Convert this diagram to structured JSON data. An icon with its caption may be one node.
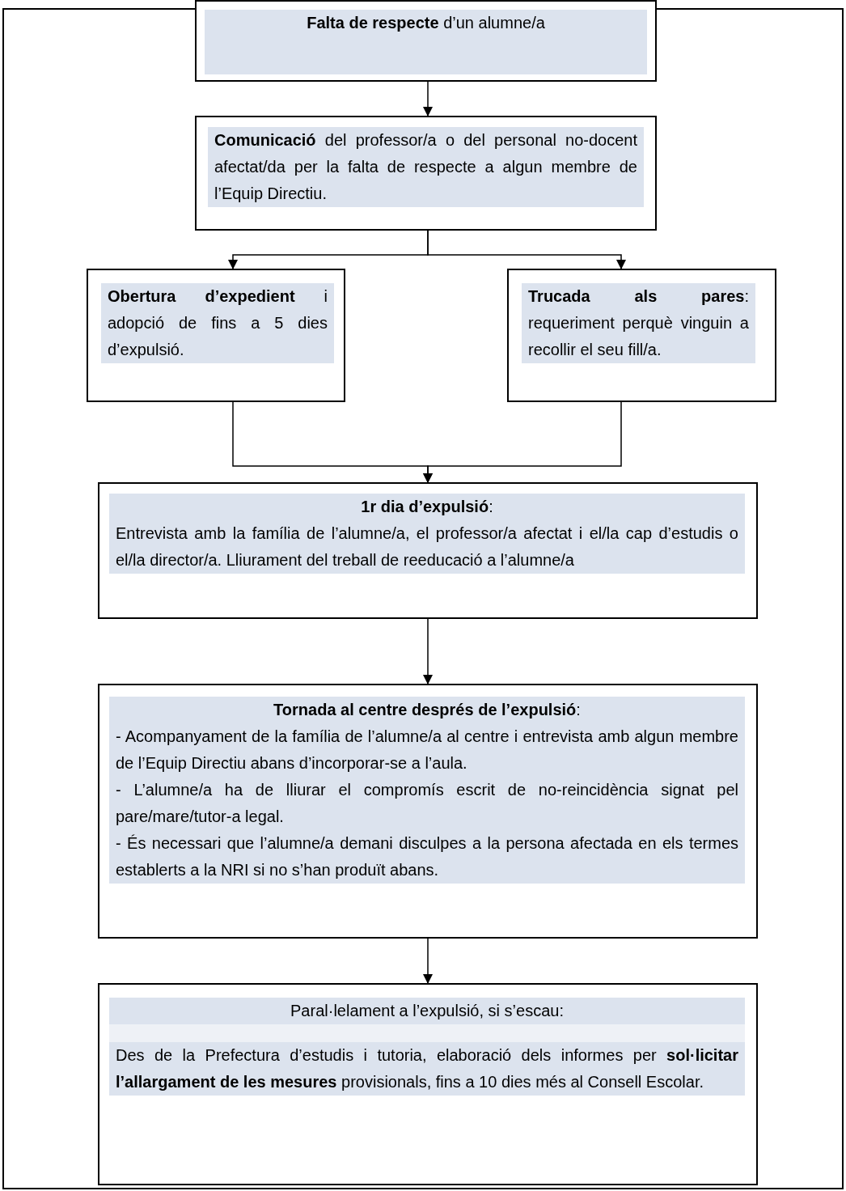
{
  "diagram": {
    "nodes": [
      {
        "text": [
          "**Falta de respecte** d’un alumne/a"
        ]
      },
      {
        "text": [
          "**Comunicació** del professor/a o del personal no-docent afectat/da per la falta de respecte a algun membre de l’Equip Directiu."
        ]
      },
      {
        "text": [
          "**Obertura d’expedient** i adopció de fins a 5 dies d’expulsió."
        ]
      },
      {
        "text": [
          "**Trucada als pares**: requeriment perquè vinguin a recollir el seu fill/a."
        ]
      },
      {
        "text": [
          "**1r dia d’expulsió**:",
          "Entrevista amb la família de l’alumne/a, el professor/a afectat i el/la cap d’estudis o el/la director/a. Lliurament del treball de reeducació a l’alumne/a"
        ]
      },
      {
        "text": [
          "**Tornada al centre després de l’expulsió**:",
          "- Acompanyament de la família de l’alumne/a al centre i entrevista amb algun membre de l’Equip Directiu abans d’incorporar-se a l’aula.",
          "- L’alumne/a ha de lliurar el compromís escrit de no-reincidència signat pel pare/mare/tutor-a legal.",
          "- És necessari que l’alumne/a demani disculpes a la persona afectada en els termes establerts a la NRI si no s’han produït abans."
        ]
      },
      {
        "text": [
          "Paral·lelament a l’expulsió, si s’escau:",
          "Des de la Prefectura d’estudis i tutoria, elaboració dels informes per **sol·licitar l’allargament de les mesures** provisionals, fins a 10 dies més al Consell Escolar."
        ]
      }
    ],
    "edges": [
      {
        "from": 0,
        "to": 1,
        "arrow": "to"
      },
      {
        "from": 1,
        "to": 2,
        "arrow": "to"
      },
      {
        "from": 1,
        "to": 3,
        "arrow": "to"
      },
      {
        "from": 2,
        "to": 4,
        "arrow": "to"
      },
      {
        "from": 3,
        "to": 4,
        "arrow": "to"
      },
      {
        "from": 4,
        "to": 5,
        "arrow": "to"
      },
      {
        "from": 5,
        "to": 6,
        "arrow": "to"
      }
    ]
  }
}
